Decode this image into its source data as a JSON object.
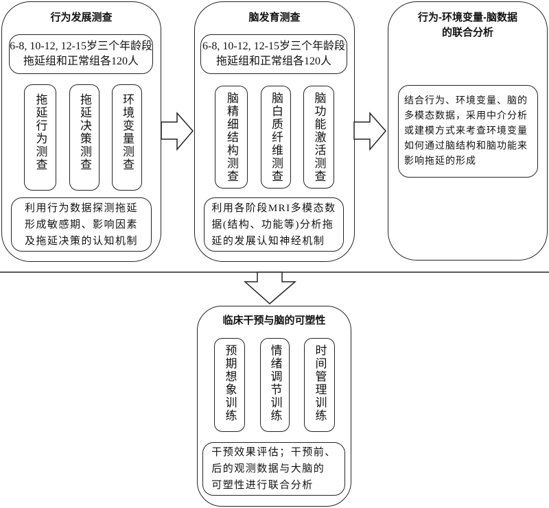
{
  "panels": [
    {
      "title": "行为发展测查",
      "sample": [
        "6-8, 10-12, 12-15岁三个年龄段",
        "拖延组和正常组各120人"
      ],
      "items": [
        "拖延行为测查",
        "拖延决策测查",
        "环境变量测查"
      ],
      "summary": [
        "利用行为数据探测拖延",
        "形成敏感期、影响因素",
        "及拖延决策的认知机制"
      ]
    },
    {
      "title": "脑发育测查",
      "sample": [
        "6-8, 10-12, 12-15岁三个年龄段",
        "拖延组和正常组各120人"
      ],
      "items": [
        "脑精细结构测查",
        "脑白质纤维测查",
        "脑功能激活测查"
      ],
      "summary": [
        "利用各阶段MRI多模态数",
        "据(结构、功能等)分析拖",
        "延的发展认知神经机制"
      ]
    },
    {
      "title": [
        "行为-环境变量-脑数据",
        "的联合分析"
      ],
      "summary": [
        "结合行为、环境变量、脑的",
        "多模态数据，采用中介分析",
        "或建模方式来考查环境变量",
        "如何通过脑结构和脑功能来",
        "影响拖延的形成"
      ]
    },
    {
      "title": "临床干预与脑的可塑性",
      "items": [
        "预期想象训练",
        "情绪调节训练",
        "时间管理训练"
      ],
      "summary": [
        "干预效果评估；干预前、",
        "后的观测数据与大脑的",
        "可塑性进行联合分析"
      ]
    }
  ]
}
